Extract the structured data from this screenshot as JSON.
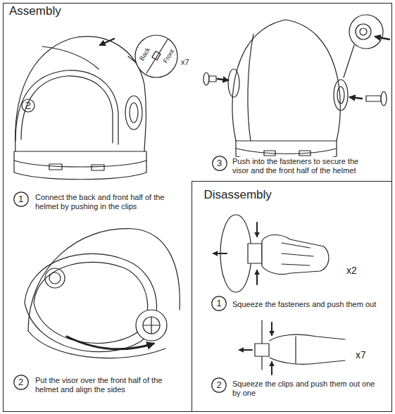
{
  "diagram": {
    "nodes": [
      {
        "text": [
          "Assembly"
        ]
      },
      {
        "text": [
          "1"
        ],
        "in": 0
      },
      {
        "text": [
          "3"
        ],
        "in": 0
      },
      {
        "text": [
          "2"
        ],
        "in": 0
      },
      {
        "text": [
          "Disassembly"
        ],
        "in": 0
      },
      {
        "text": [
          "1"
        ],
        "in": 4
      },
      {
        "text": [
          "2"
        ],
        "in": 4
      }
    ],
    "labels": [
      "Front",
      "Back",
      "x7",
      "Push into the fasteners to secure the visor and the front half of the helmet",
      "Connect the back and front half of the helmet by pushing in the clips",
      "x2",
      "Squeeze the fasteners and push them out",
      "Put the visor over the front half of the helmet and align the sides",
      "x7",
      "Squeeze the clips and push them out one by one"
    ]
  }
}
